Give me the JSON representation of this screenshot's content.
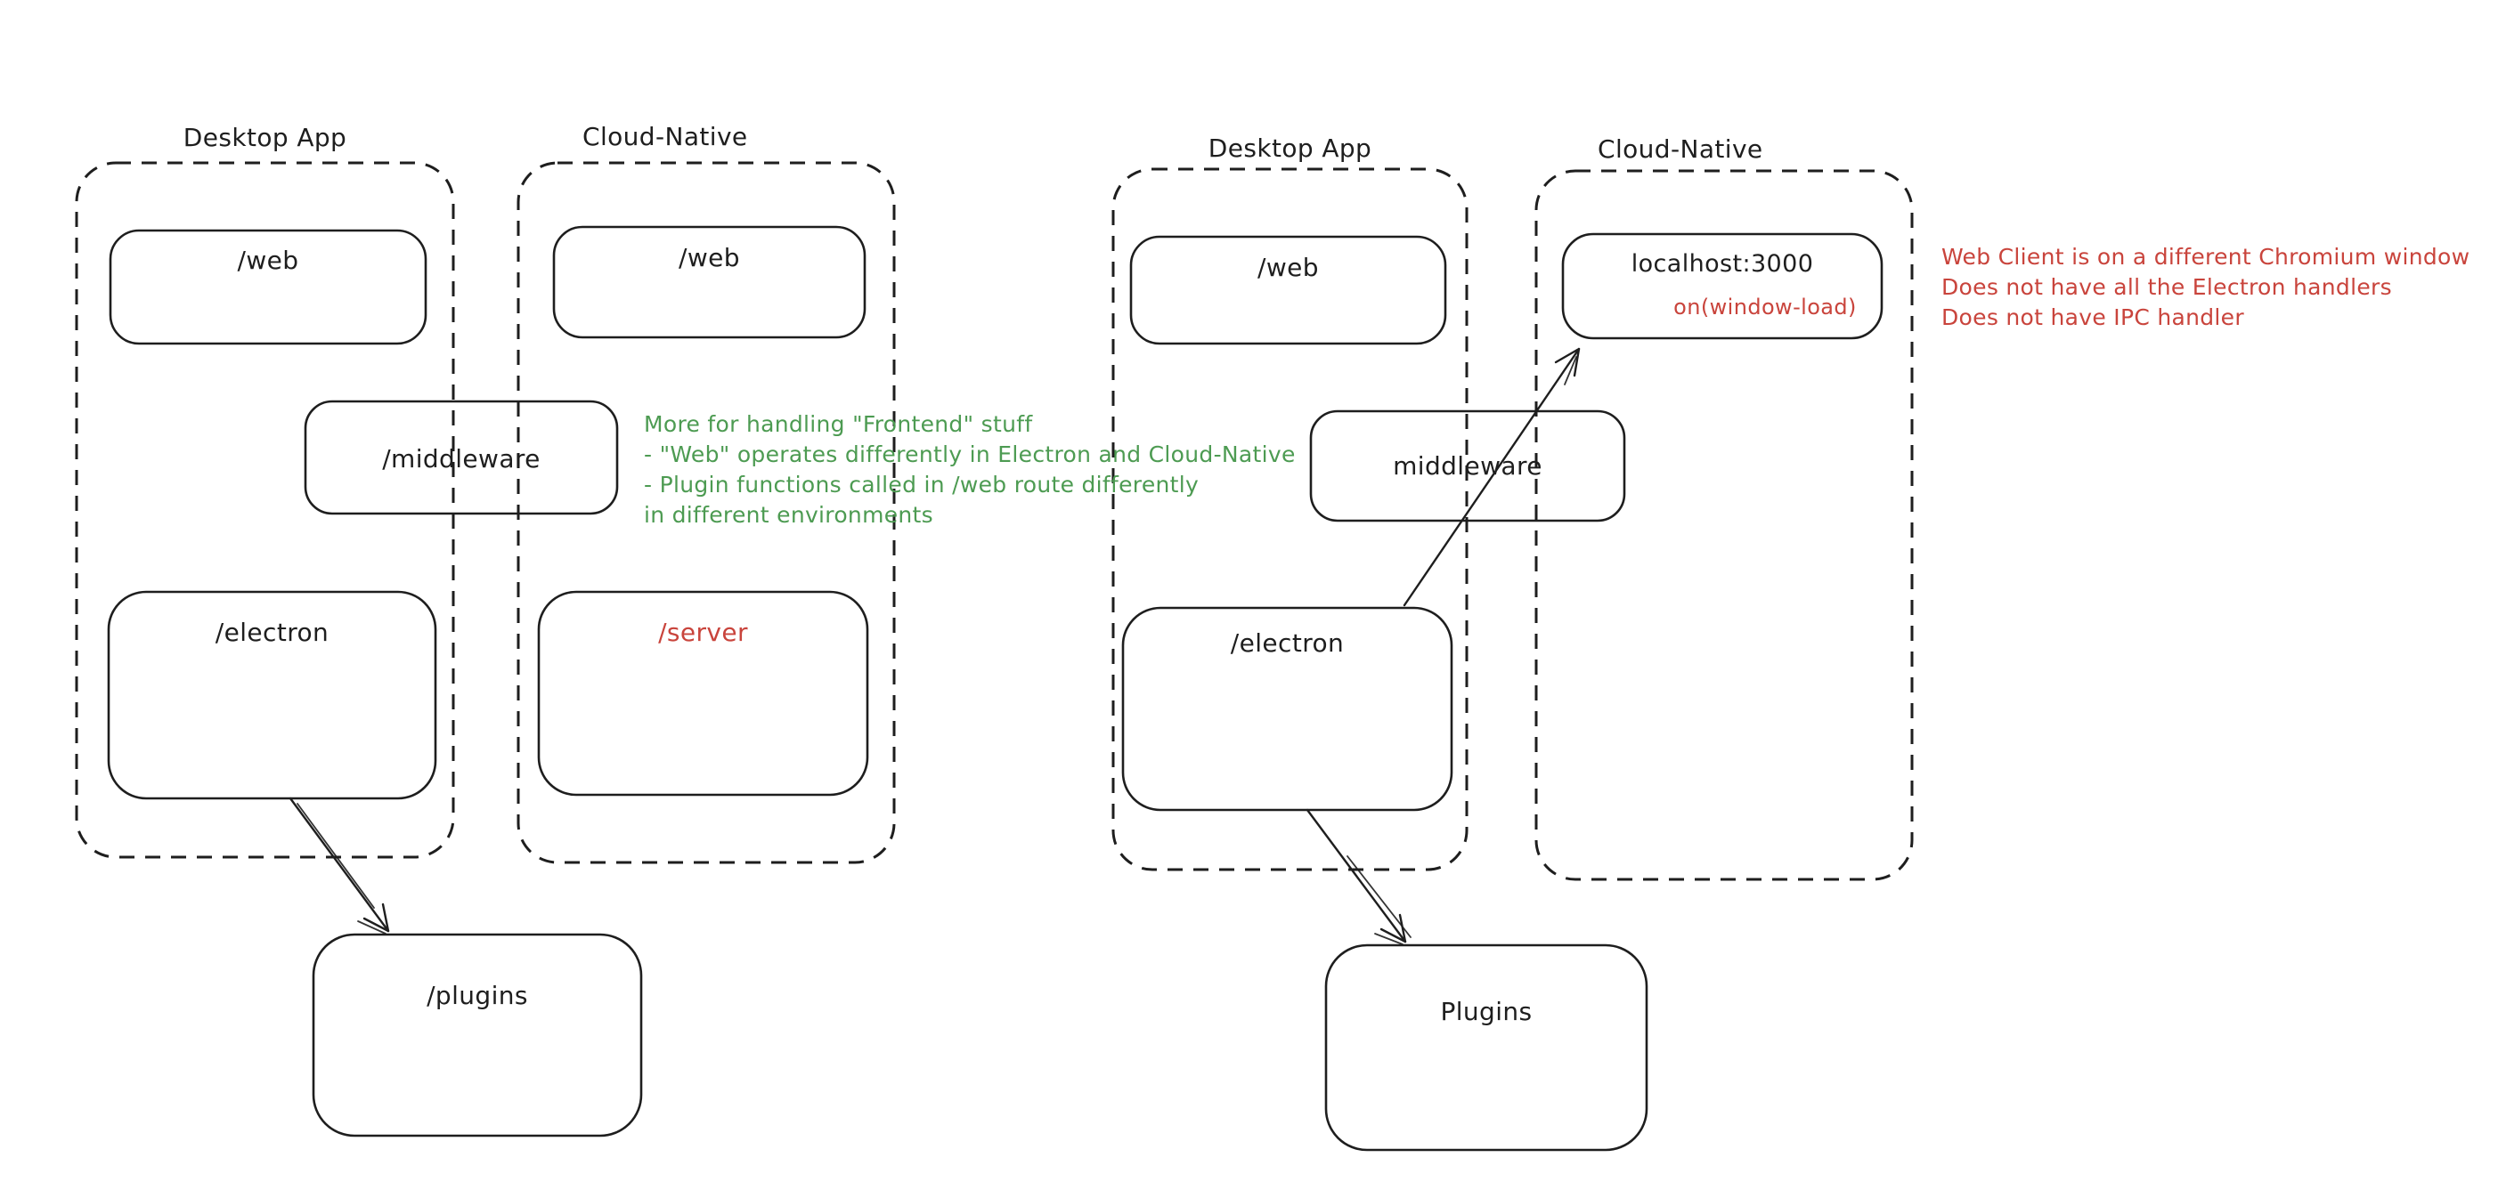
{
  "colors": {
    "stroke": "#1e1e1e",
    "green": "#4d9b52",
    "red": "#c9443c",
    "background": "#ffffff"
  },
  "left": {
    "desktop_title": "Desktop App",
    "cloud_title": "Cloud-Native",
    "web_desktop": "/web",
    "web_cloud": "/web",
    "middleware": "/middleware",
    "electron": "/electron",
    "server": "/server",
    "plugins": "/plugins",
    "note_lines": [
      "More for handling \"Frontend\" stuff",
      "- \"Web\" operates differently in Electron and Cloud-Native",
      "- Plugin functions called in /web route differently",
      "in different environments"
    ]
  },
  "right": {
    "desktop_title": "Desktop App",
    "cloud_title": "Cloud-Native",
    "web": "/web",
    "localhost": "localhost:3000",
    "on_window_load": "on(window-load)",
    "middleware": "middleware",
    "electron": "/electron",
    "plugins": "Plugins",
    "note_lines": [
      "Web Client is on a different Chromium window",
      "Does not have all the Electron handlers",
      "Does not have IPC handler"
    ]
  }
}
